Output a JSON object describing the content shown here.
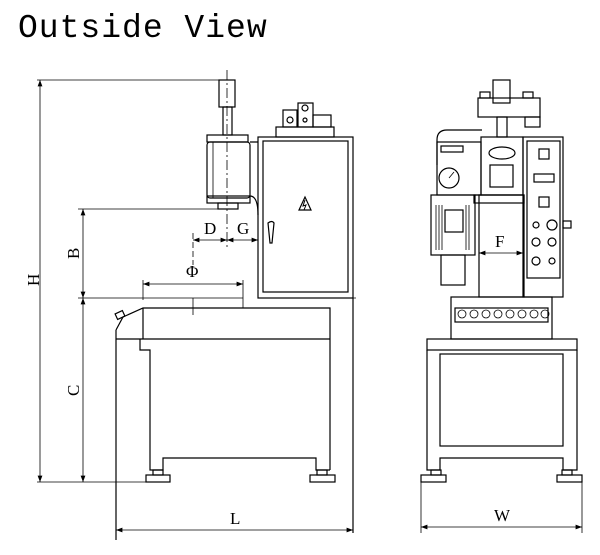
{
  "title": "Outside View",
  "dimensions": {
    "H": "H",
    "B": "B",
    "C": "C",
    "D": "D",
    "G": "G",
    "phi": "Φ",
    "L": "L",
    "F": "F",
    "W": "W"
  },
  "views": [
    "side-view",
    "front-view"
  ]
}
